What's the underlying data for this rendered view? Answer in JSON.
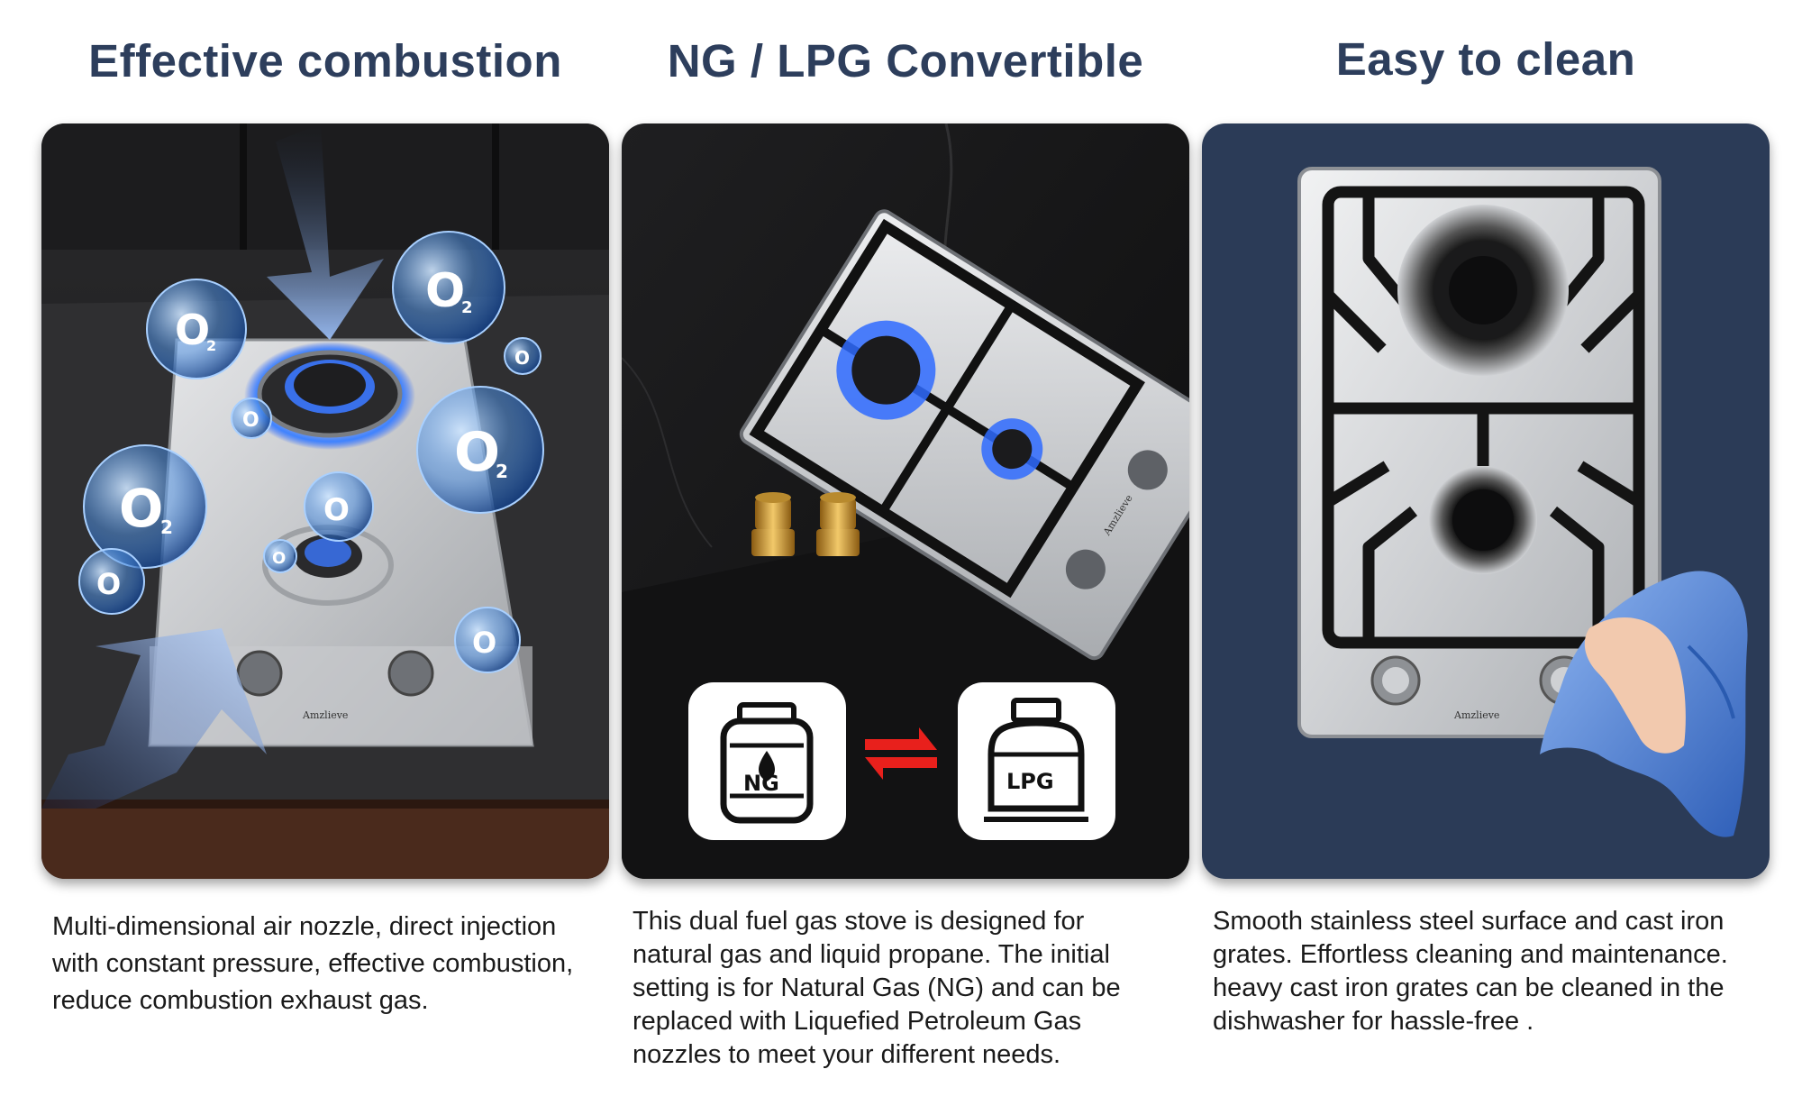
{
  "columns": [
    {
      "title": "Effective combustion",
      "description_lines": [
        "Multi-dimensional air nozzle, direct injection",
        "with constant pressure, effective combustion,",
        "reduce combustion exhaust gas."
      ],
      "o2_label": "O",
      "o2_sub": "2",
      "brand": "Amzlieve"
    },
    {
      "title": "NG / LPG Convertible",
      "description_lines": [
        "This dual fuel gas stove is designed for",
        "natural gas and liquid propane. The initial",
        "setting is for Natural Gas (NG) and can be",
        "replaced with Liquefied Petroleum Gas",
        "nozzles to meet your different needs."
      ],
      "ng_label": "NG",
      "lpg_label": "LPG",
      "brand": "Amzlieve"
    },
    {
      "title": "Easy to clean",
      "description_lines": [
        "Smooth stainless steel surface and cast iron",
        "grates. Effortless cleaning and maintenance.",
        "heavy cast iron grates can be cleaned in the",
        "dishwasher for hassle-free ."
      ],
      "brand": "Amzlieve"
    }
  ],
  "colors": {
    "heading": "#2d3e5c",
    "panel3_bg": "#2b3b57",
    "flame_blue": "#2f6bff",
    "arrow_red": "#e8201c",
    "cloth_blue": "#4a7fd6"
  },
  "icons": [
    "o2-bubble-icon",
    "ng-cylinder-icon",
    "lpg-cylinder-icon",
    "swap-arrows-icon",
    "brass-nozzle-icon"
  ]
}
